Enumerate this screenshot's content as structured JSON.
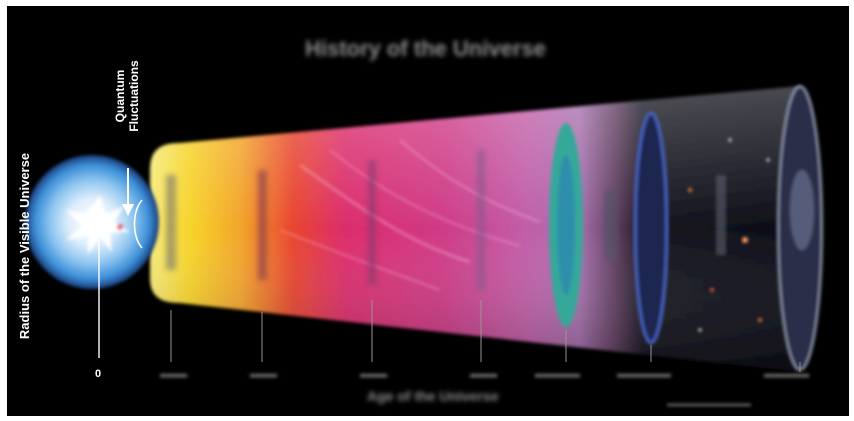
{
  "diagram": {
    "title": "History of the Universe",
    "axis_label": "Age of the Universe",
    "vertical_label": "Radius of the Visible Universe",
    "quantum_label_line1": "Quantum",
    "quantum_label_line2": "Fluctuations",
    "origin_label": "0"
  },
  "colors": {
    "background": "#000000",
    "inflation_glow": "#4aa7e8",
    "early_yellow": "#f7d22c",
    "orange": "#f08a2a",
    "magenta": "#d8307a",
    "pink": "#c86ab0",
    "cmb_green": "#3fb59a",
    "dark_ages": "#151a2a",
    "galaxies_blue": "#5a6fc0"
  },
  "icons": [
    "arrow-down-icon",
    "starburst-icon"
  ]
}
